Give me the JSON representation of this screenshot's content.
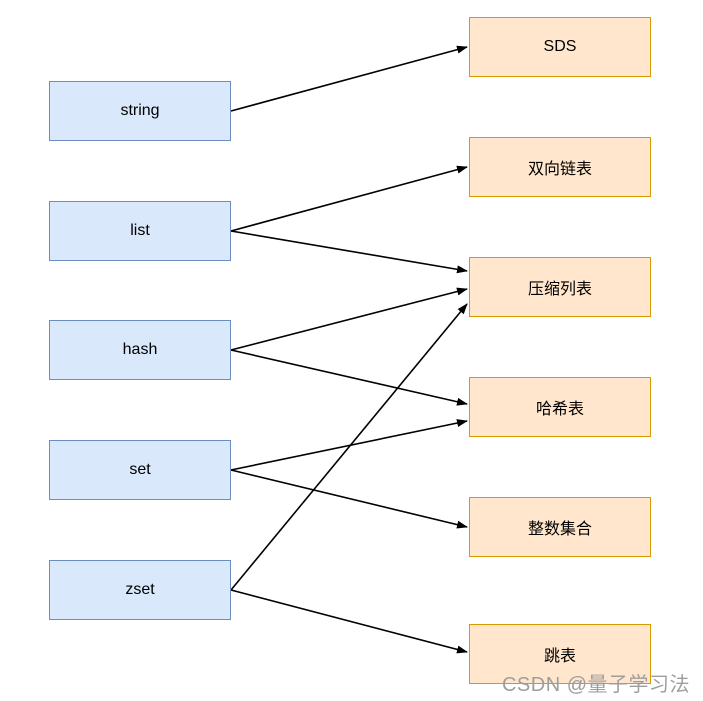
{
  "diagram": {
    "watermark": "CSDN @量子学习法",
    "colors": {
      "left_fill": "#dae8fc",
      "left_border": "#6c8ebf",
      "right_fill": "#ffe6cc",
      "right_border": "#d79b00",
      "arrow": "#000000",
      "watermark": "#9e9e9e"
    },
    "left_nodes": [
      {
        "id": "string",
        "label": "string"
      },
      {
        "id": "list",
        "label": "list"
      },
      {
        "id": "hash",
        "label": "hash"
      },
      {
        "id": "set",
        "label": "set"
      },
      {
        "id": "zset",
        "label": "zset"
      }
    ],
    "right_nodes": [
      {
        "id": "sds",
        "label": "SDS"
      },
      {
        "id": "linkedlist",
        "label": "双向链表"
      },
      {
        "id": "ziplist",
        "label": "压缩列表"
      },
      {
        "id": "hashtable",
        "label": "哈希表"
      },
      {
        "id": "intset",
        "label": "整数集合"
      },
      {
        "id": "skiplist",
        "label": "跳表"
      }
    ],
    "edges": [
      {
        "from": "string",
        "to": "sds"
      },
      {
        "from": "list",
        "to": "linkedlist"
      },
      {
        "from": "list",
        "to": "ziplist"
      },
      {
        "from": "hash",
        "to": "ziplist"
      },
      {
        "from": "hash",
        "to": "hashtable"
      },
      {
        "from": "set",
        "to": "hashtable"
      },
      {
        "from": "set",
        "to": "intset"
      },
      {
        "from": "zset",
        "to": "ziplist"
      },
      {
        "from": "zset",
        "to": "skiplist"
      }
    ]
  }
}
